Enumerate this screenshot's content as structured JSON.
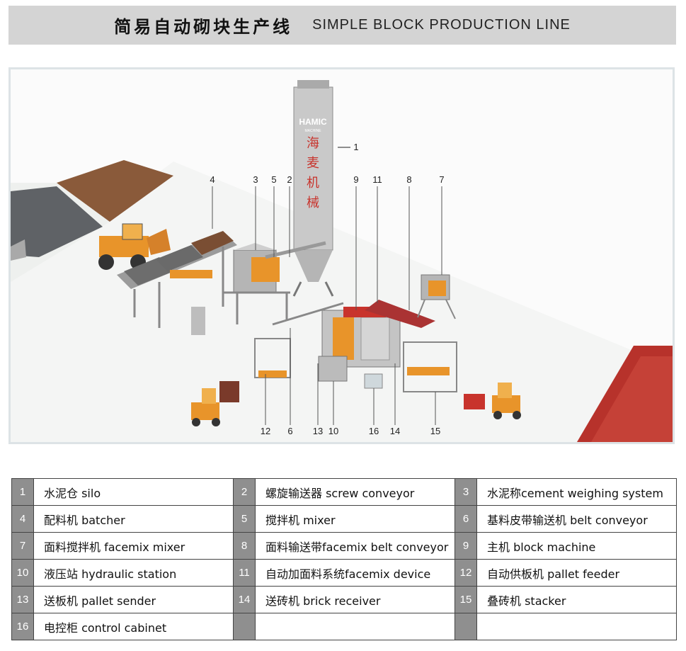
{
  "header": {
    "title_cn": "简易自动砌块生产线",
    "title_en": "SIMPLE BLOCK PRODUCTION LINE"
  },
  "diagram": {
    "silo_brand": "HAMIC",
    "silo_sub": "MACHINE",
    "silo_chars": [
      "海",
      "麦",
      "机",
      "械"
    ],
    "callouts": [
      "1",
      "4",
      "3",
      "5",
      "2",
      "9",
      "11",
      "8",
      "7",
      "12",
      "6",
      "13",
      "10",
      "16",
      "14",
      "15"
    ],
    "colors": {
      "machine_gray": "#bdbdbd",
      "accent_orange": "#e8942a",
      "brick_red": "#c8332c",
      "floor": "#f2f2f2"
    }
  },
  "parts": [
    [
      {
        "num": "1",
        "label": "水泥仓 silo"
      },
      {
        "num": "2",
        "label": "螺旋输送器 screw conveyor"
      },
      {
        "num": "3",
        "label": "水泥称cement weighing system"
      }
    ],
    [
      {
        "num": "4",
        "label": "配料机  batcher"
      },
      {
        "num": "5",
        "label": "搅拌机 mixer"
      },
      {
        "num": "6",
        "label": "基料皮带输送机 belt conveyor"
      }
    ],
    [
      {
        "num": "7",
        "label": "面料搅拌机 facemix mixer"
      },
      {
        "num": "8",
        "label": "面料输送带facemix belt conveyor"
      },
      {
        "num": "9",
        "label": "主机 block machine"
      }
    ],
    [
      {
        "num": "10",
        "label": "液压站  hydraulic station"
      },
      {
        "num": "11",
        "label": "自动加面料系统facemix device"
      },
      {
        "num": "12",
        "label": "自动供板机 pallet feeder"
      }
    ],
    [
      {
        "num": "13",
        "label": "送板机 pallet sender"
      },
      {
        "num": "14",
        "label": "送砖机  brick receiver"
      },
      {
        "num": "15",
        "label": "叠砖机 stacker"
      }
    ],
    [
      {
        "num": "16",
        "label": "电控柜 control cabinet"
      },
      {
        "num": "",
        "label": ""
      },
      {
        "num": "",
        "label": ""
      }
    ]
  ]
}
